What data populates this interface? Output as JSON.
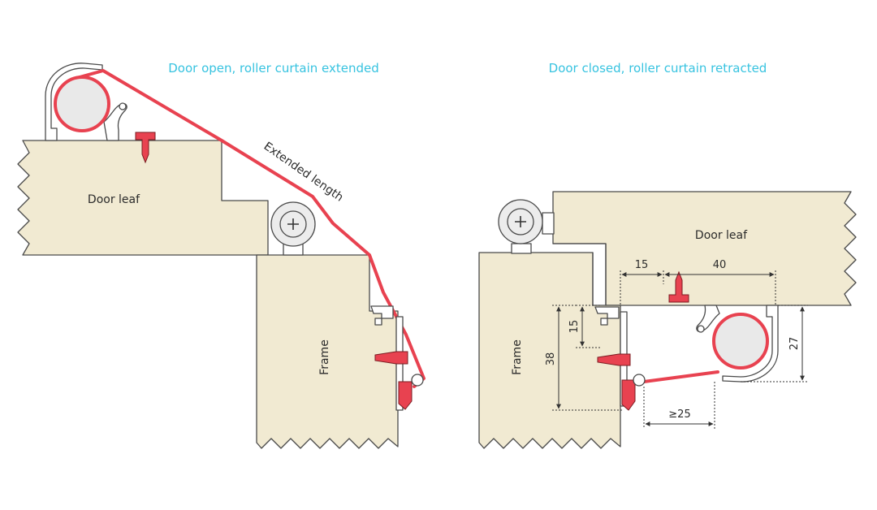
{
  "left_panel": {
    "title": "Door open, roller curtain extended",
    "door_leaf_label": "Door leaf",
    "frame_label": "Frame",
    "extended_length_label": "Extended length"
  },
  "right_panel": {
    "title": "Door closed, roller curtain retracted",
    "door_leaf_label": "Door leaf",
    "frame_label": "Frame",
    "dimensions": {
      "d15_top": "15",
      "d40": "40",
      "d15_side": "15",
      "d38": "38",
      "d27": "27",
      "d25": "≥25"
    }
  },
  "colors": {
    "title": "#37c3e0",
    "curtain": "#e84250",
    "wood": "#f1ead2",
    "outline": "#4a4a4a"
  }
}
